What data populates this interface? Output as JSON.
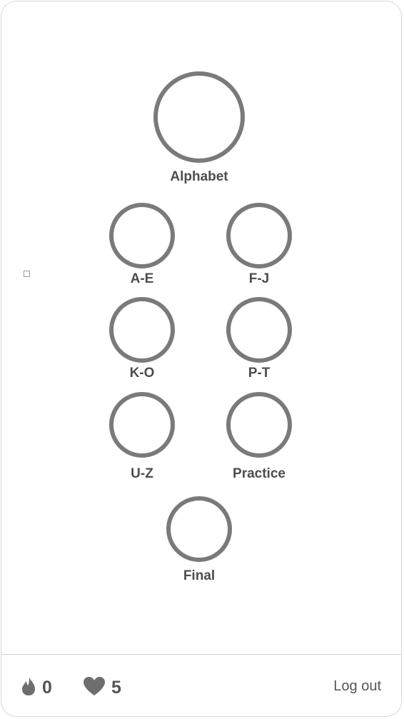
{
  "lessons": {
    "alphabet": "Alphabet",
    "a_e": "A-E",
    "f_j": "F-J",
    "k_o": "K-O",
    "p_t": "P-T",
    "u_z": "U-Z",
    "practice": "Practice",
    "final": "Final"
  },
  "footer": {
    "streak_icon": "flame-icon",
    "streak_count": "0",
    "lives_icon": "heart-icon",
    "lives_count": "5",
    "logout_label": "Log out"
  },
  "colors": {
    "ring": "#7a7a7a",
    "text": "#4d4d4d",
    "divider": "#cfcfcf"
  }
}
